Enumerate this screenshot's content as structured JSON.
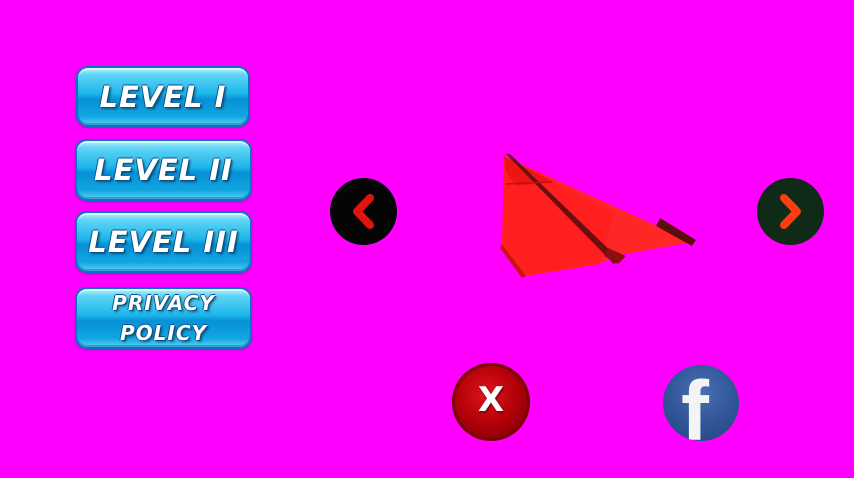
{
  "menu": {
    "level1": "LEVEL I",
    "level2": "LEVEL II",
    "level3": "LEVEL III",
    "privacy_line1": "PRIVACY",
    "privacy_line2": "POLICY"
  },
  "controls": {
    "prev_icon": "chevron-left-icon",
    "next_icon": "chevron-right-icon",
    "close_label": "X",
    "facebook_label": "f"
  },
  "colors": {
    "background": "#ff00ff",
    "button_blue": "#1cb6ea",
    "plane_red": "#ff1f1f",
    "arrow_red": "#e0140e",
    "close_red": "#b50008",
    "facebook_blue": "#2f5597"
  },
  "preview": {
    "object": "paper-plane"
  }
}
